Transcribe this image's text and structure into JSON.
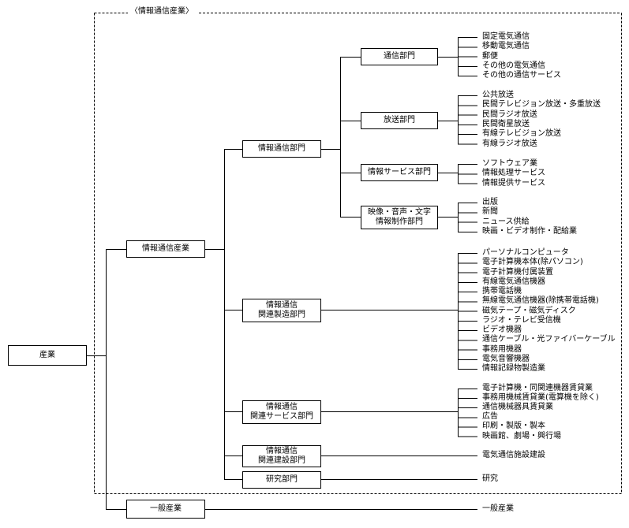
{
  "frame_label": "〈情報通信産業〉",
  "root": {
    "label": "産業"
  },
  "ict_industry": {
    "label": "情報通信産業"
  },
  "general_industry": {
    "label": "一般産業",
    "leaves": [
      "一般産業"
    ]
  },
  "sectors": [
    {
      "id": "ict",
      "lines": [
        "情報通信部門"
      ]
    },
    {
      "id": "related-mfg",
      "lines": [
        "情報通信",
        "関連製造部門"
      ],
      "leaves": [
        "パーソナルコンピュータ",
        "電子計算機本体(除パソコン)",
        "電子計算機付属装置",
        "有線電気通信機器",
        "携帯電話機",
        "無線電気通信機器(除携帯電話機)",
        "磁気テープ・磁気ディスク",
        "ラジオ・テレビ受信機",
        "ビデオ機器",
        "通信ケーブル・光ファイバーケーブル",
        "事務用機器",
        "電気音響機器",
        "情報記録物製造業"
      ]
    },
    {
      "id": "related-svc",
      "lines": [
        "情報通信",
        "関連サービス部門"
      ],
      "leaves": [
        "電子計算機・同関連機器賃貸業",
        "事務用機械賃貸業(電算機を除く)",
        "通信機械器具賃貸業",
        "広告",
        "印刷・製版・製本",
        "映画館、劇場・興行場"
      ]
    },
    {
      "id": "related-const",
      "lines": [
        "情報通信",
        "関連建設部門"
      ],
      "leaves": [
        "電気通信施設建設"
      ]
    },
    {
      "id": "research",
      "lines": [
        "研究部門"
      ],
      "leaves": [
        "研究"
      ]
    }
  ],
  "subsectors": [
    {
      "id": "telecom",
      "lines": [
        "通信部門"
      ],
      "leaves": [
        "固定電気通信",
        "移動電気通信",
        "郵便",
        "その他の電気通信",
        "その他の通信サービス"
      ]
    },
    {
      "id": "broadcast",
      "lines": [
        "放送部門"
      ],
      "leaves": [
        "公共放送",
        "民間テレビジョン放送・多重放送",
        "民間ラジオ放送",
        "民間衛星放送",
        "有線テレビジョン放送",
        "有線ラジオ放送"
      ]
    },
    {
      "id": "info-svc",
      "lines": [
        "情報サービス部門"
      ],
      "leaves": [
        "ソフトウェア業",
        "情報処理サービス",
        "情報提供サービス"
      ]
    },
    {
      "id": "media",
      "lines": [
        "映像・音声・文字",
        "情報制作部門"
      ],
      "leaves": [
        "出版",
        "新聞",
        "ニュース供給",
        "映画・ビデオ制作・配給業"
      ]
    }
  ]
}
